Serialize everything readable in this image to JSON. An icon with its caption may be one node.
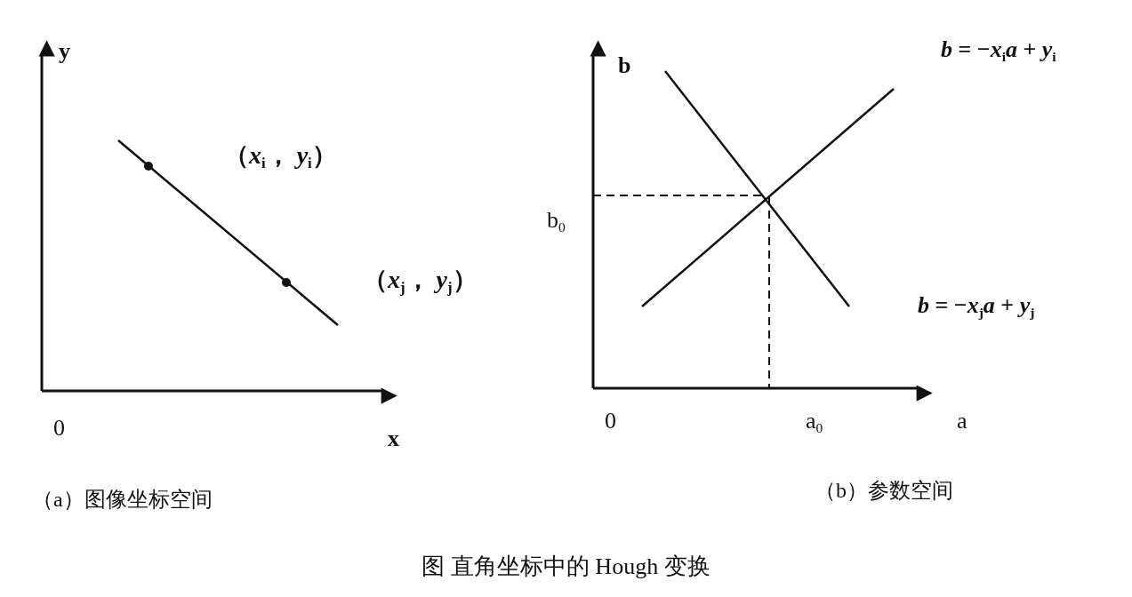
{
  "diagram": {
    "caption": "图 直角坐标中的 Hough 变换",
    "labels": [
      "y",
      "b",
      "*b* = −*x*$_{i}$*a* + *y*$_{i}$",
      "（*x*$_{i}$， *y*$_{i}$）",
      "b$_{0}$",
      "（*x*$_{j}$， *y*$_{j}$）",
      "*b* = −*x*$_{j}$*a* + *y*$_{j}$",
      "0",
      "x",
      "0",
      "a$_{0}$",
      "a",
      "（a）图像坐标空间",
      "（b）参数空间"
    ]
  }
}
